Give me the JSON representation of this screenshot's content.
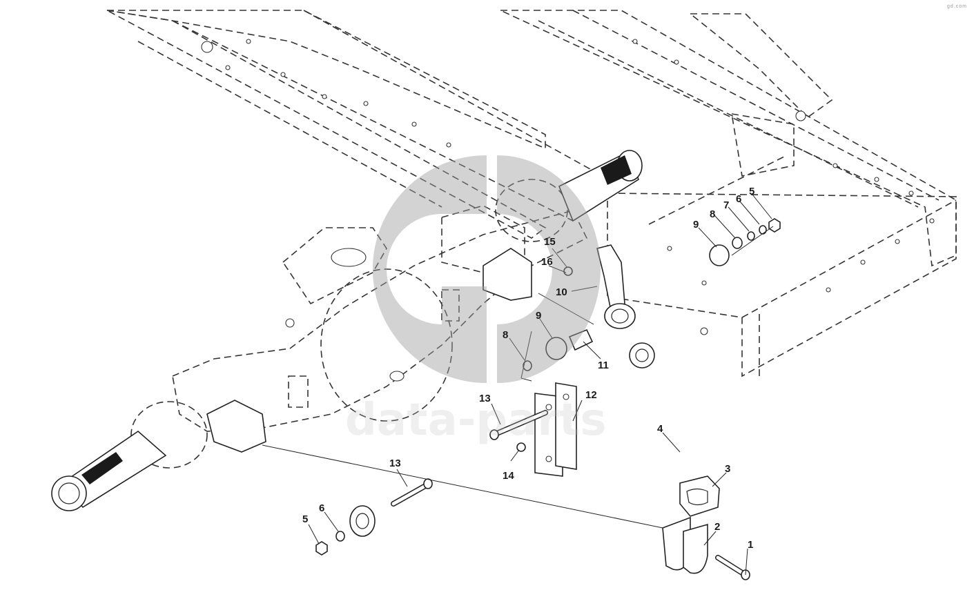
{
  "diagram": {
    "part_callouts": [
      {
        "id": "c1",
        "label": "1"
      },
      {
        "id": "c2",
        "label": "2"
      },
      {
        "id": "c3",
        "label": "3"
      },
      {
        "id": "c4",
        "label": "4"
      },
      {
        "id": "c5a",
        "label": "5"
      },
      {
        "id": "c6a",
        "label": "6"
      },
      {
        "id": "c5b",
        "label": "5"
      },
      {
        "id": "c6b",
        "label": "6"
      },
      {
        "id": "c7",
        "label": "7"
      },
      {
        "id": "c8a",
        "label": "8"
      },
      {
        "id": "c9a",
        "label": "9"
      },
      {
        "id": "c8b",
        "label": "8"
      },
      {
        "id": "c9b",
        "label": "9"
      },
      {
        "id": "c10",
        "label": "10"
      },
      {
        "id": "c11",
        "label": "11"
      },
      {
        "id": "c12",
        "label": "12"
      },
      {
        "id": "c13a",
        "label": "13"
      },
      {
        "id": "c13b",
        "label": "13"
      },
      {
        "id": "c14",
        "label": "14"
      },
      {
        "id": "c15",
        "label": "15"
      },
      {
        "id": "c16",
        "label": "16"
      }
    ]
  },
  "watermark": {
    "monogram": "GD",
    "text": "data-parts"
  },
  "corner_mark": "gd.com"
}
